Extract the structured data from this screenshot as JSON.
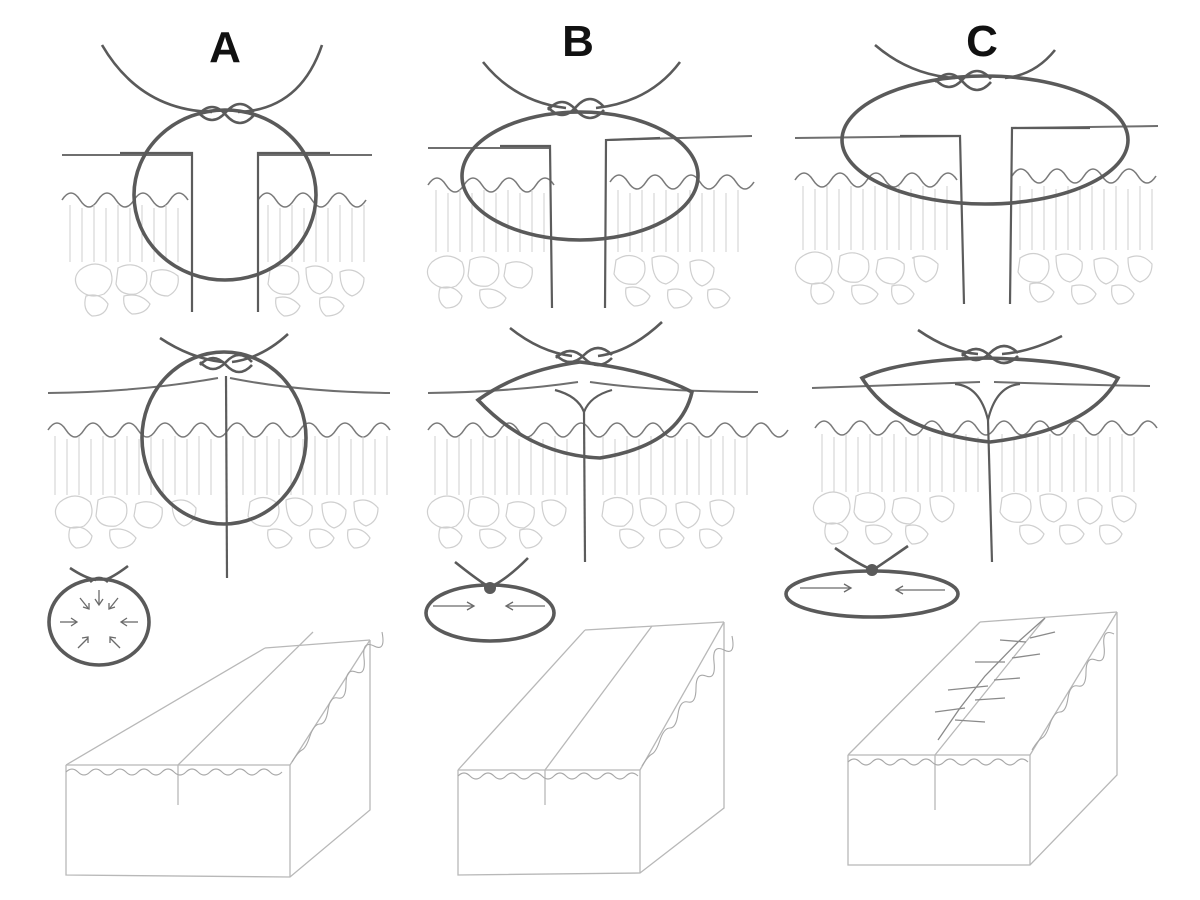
{
  "labels": {
    "a": "A",
    "b": "B",
    "c": "C"
  },
  "colors": {
    "background": "#ffffff",
    "suture": "#5a5a5a",
    "sketch_light": "#cfcfcf"
  }
}
